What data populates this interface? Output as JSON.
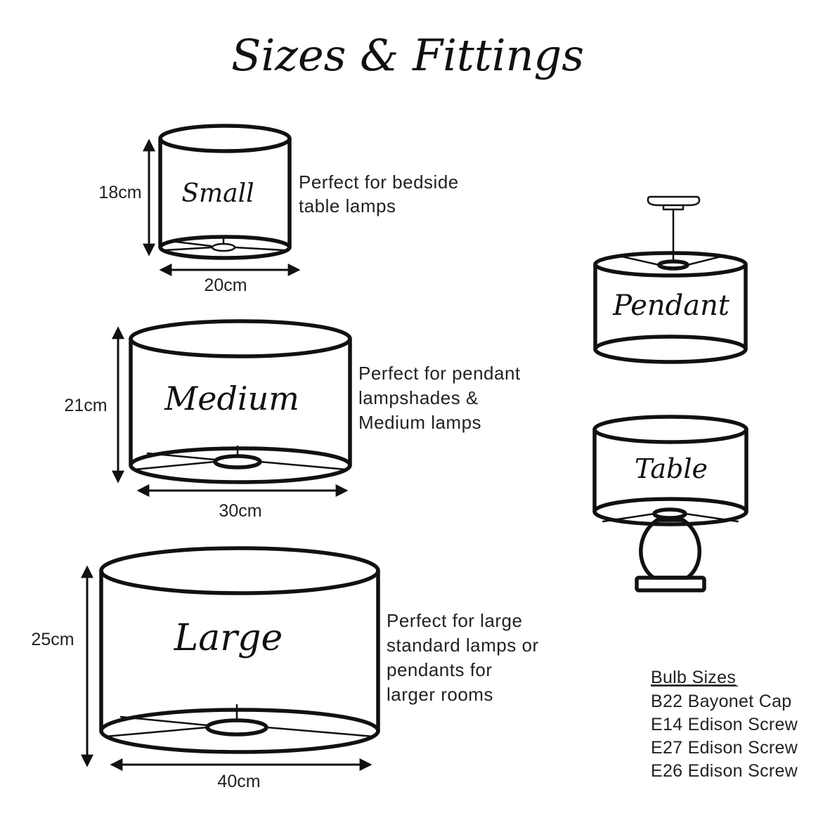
{
  "title": "Sizes & Fittings",
  "shades": [
    {
      "id": "small",
      "name": "Small",
      "height": "18cm",
      "width": "20cm",
      "description": [
        "Perfect for bedside",
        "table lamps"
      ]
    },
    {
      "id": "medium",
      "name": "Medium",
      "height": "21cm",
      "width": "30cm",
      "description": [
        "Perfect for pendant",
        "lampshades &",
        "Medium lamps"
      ]
    },
    {
      "id": "large",
      "name": "Large",
      "height": "25cm",
      "width": "40cm",
      "description": [
        "Perfect for large",
        "standard lamps or",
        "pendants for",
        "larger rooms"
      ]
    }
  ],
  "fittings": [
    {
      "id": "pendant",
      "name": "Pendant"
    },
    {
      "id": "table",
      "name": "Table"
    }
  ],
  "bulbs": {
    "heading": "Bulb Sizes",
    "items": [
      "B22 Bayonet Cap",
      "E14 Edison Screw",
      "E27 Edison Screw",
      "E26 Edison Screw"
    ]
  }
}
